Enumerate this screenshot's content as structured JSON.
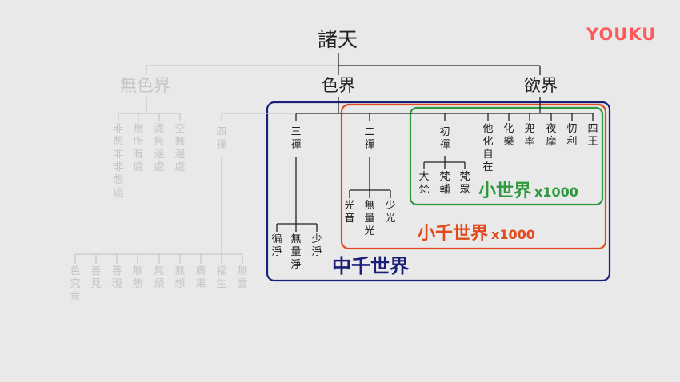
{
  "watermark": {
    "text": "YOUKU",
    "color": "#ff5a5a"
  },
  "root": "諸天",
  "realms": {
    "formless": "無色界",
    "form": "色界",
    "desire": "欲界"
  },
  "formless_heavens": [
    "非想非非想處",
    "無所有處",
    "識無邊處",
    "空無邊處"
  ],
  "fourth_dhyana": "四禪",
  "fourth_dhyana_heavens": [
    "色究竟",
    "善見",
    "善現",
    "無熱",
    "無煩",
    "無想",
    "廣果",
    "福生",
    "無雲"
  ],
  "third_dhyana": "三禪",
  "third_dhyana_heavens": [
    "徧淨",
    "無量淨",
    "少淨"
  ],
  "second_dhyana": "二禪",
  "second_dhyana_heavens": [
    "光音",
    "無量光",
    "少光"
  ],
  "first_dhyana": "初禪",
  "first_dhyana_heavens": [
    "大梵",
    "梵輔",
    "梵眾"
  ],
  "desire_heavens": [
    "他化自在",
    "化樂",
    "兜率",
    "夜摩",
    "忉利",
    "四王"
  ],
  "groups": {
    "small": {
      "label": "小世界",
      "multiplier": "x1000",
      "color": "#2e9a3f"
    },
    "small_thousand": {
      "label": "小千世界",
      "multiplier": "x1000",
      "color": "#e24a1c"
    },
    "middle_thousand": {
      "label": "中千世界",
      "color": "#1a1f7a"
    }
  }
}
